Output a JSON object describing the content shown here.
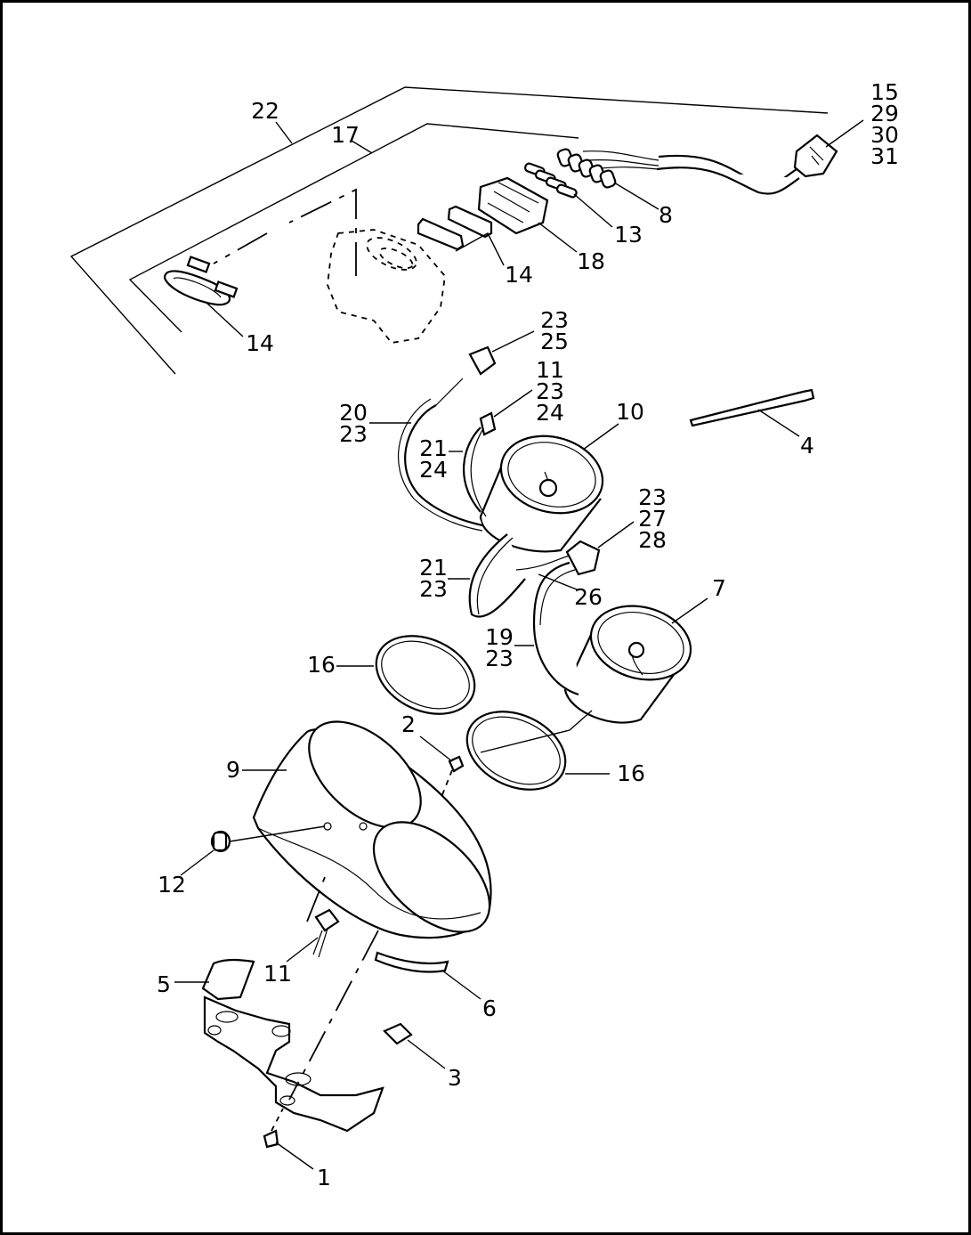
{
  "diagram": {
    "labels": [
      {
        "id": "22",
        "lines": [
          "22"
        ]
      },
      {
        "id": "17",
        "lines": [
          "17"
        ]
      },
      {
        "id": "15-29-30-31",
        "lines": [
          "15",
          "29",
          "30",
          "31"
        ]
      },
      {
        "id": "8",
        "lines": [
          "8"
        ]
      },
      {
        "id": "13",
        "lines": [
          "13"
        ]
      },
      {
        "id": "18",
        "lines": [
          "18"
        ]
      },
      {
        "id": "14a",
        "lines": [
          "14"
        ]
      },
      {
        "id": "14b",
        "lines": [
          "14"
        ]
      },
      {
        "id": "23-25",
        "lines": [
          "23",
          "25"
        ]
      },
      {
        "id": "11-23-24",
        "lines": [
          "11",
          "23",
          "24"
        ]
      },
      {
        "id": "10",
        "lines": [
          "10"
        ]
      },
      {
        "id": "20-23",
        "lines": [
          "20",
          "23"
        ]
      },
      {
        "id": "21-24",
        "lines": [
          "21",
          "24"
        ]
      },
      {
        "id": "4",
        "lines": [
          "4"
        ]
      },
      {
        "id": "23-27-28",
        "lines": [
          "23",
          "27",
          "28"
        ]
      },
      {
        "id": "21-23",
        "lines": [
          "21",
          "23"
        ]
      },
      {
        "id": "26",
        "lines": [
          "26"
        ]
      },
      {
        "id": "7",
        "lines": [
          "7"
        ]
      },
      {
        "id": "19-23",
        "lines": [
          "19",
          "23"
        ]
      },
      {
        "id": "16a",
        "lines": [
          "16"
        ]
      },
      {
        "id": "2",
        "lines": [
          "2"
        ]
      },
      {
        "id": "16b",
        "lines": [
          "16"
        ]
      },
      {
        "id": "9",
        "lines": [
          "9"
        ]
      },
      {
        "id": "12",
        "lines": [
          "12"
        ]
      },
      {
        "id": "11",
        "lines": [
          "11"
        ]
      },
      {
        "id": "5",
        "lines": [
          "5"
        ]
      },
      {
        "id": "6",
        "lines": [
          "6"
        ]
      },
      {
        "id": "3",
        "lines": [
          "3"
        ]
      },
      {
        "id": "1",
        "lines": [
          "1"
        ]
      }
    ]
  }
}
